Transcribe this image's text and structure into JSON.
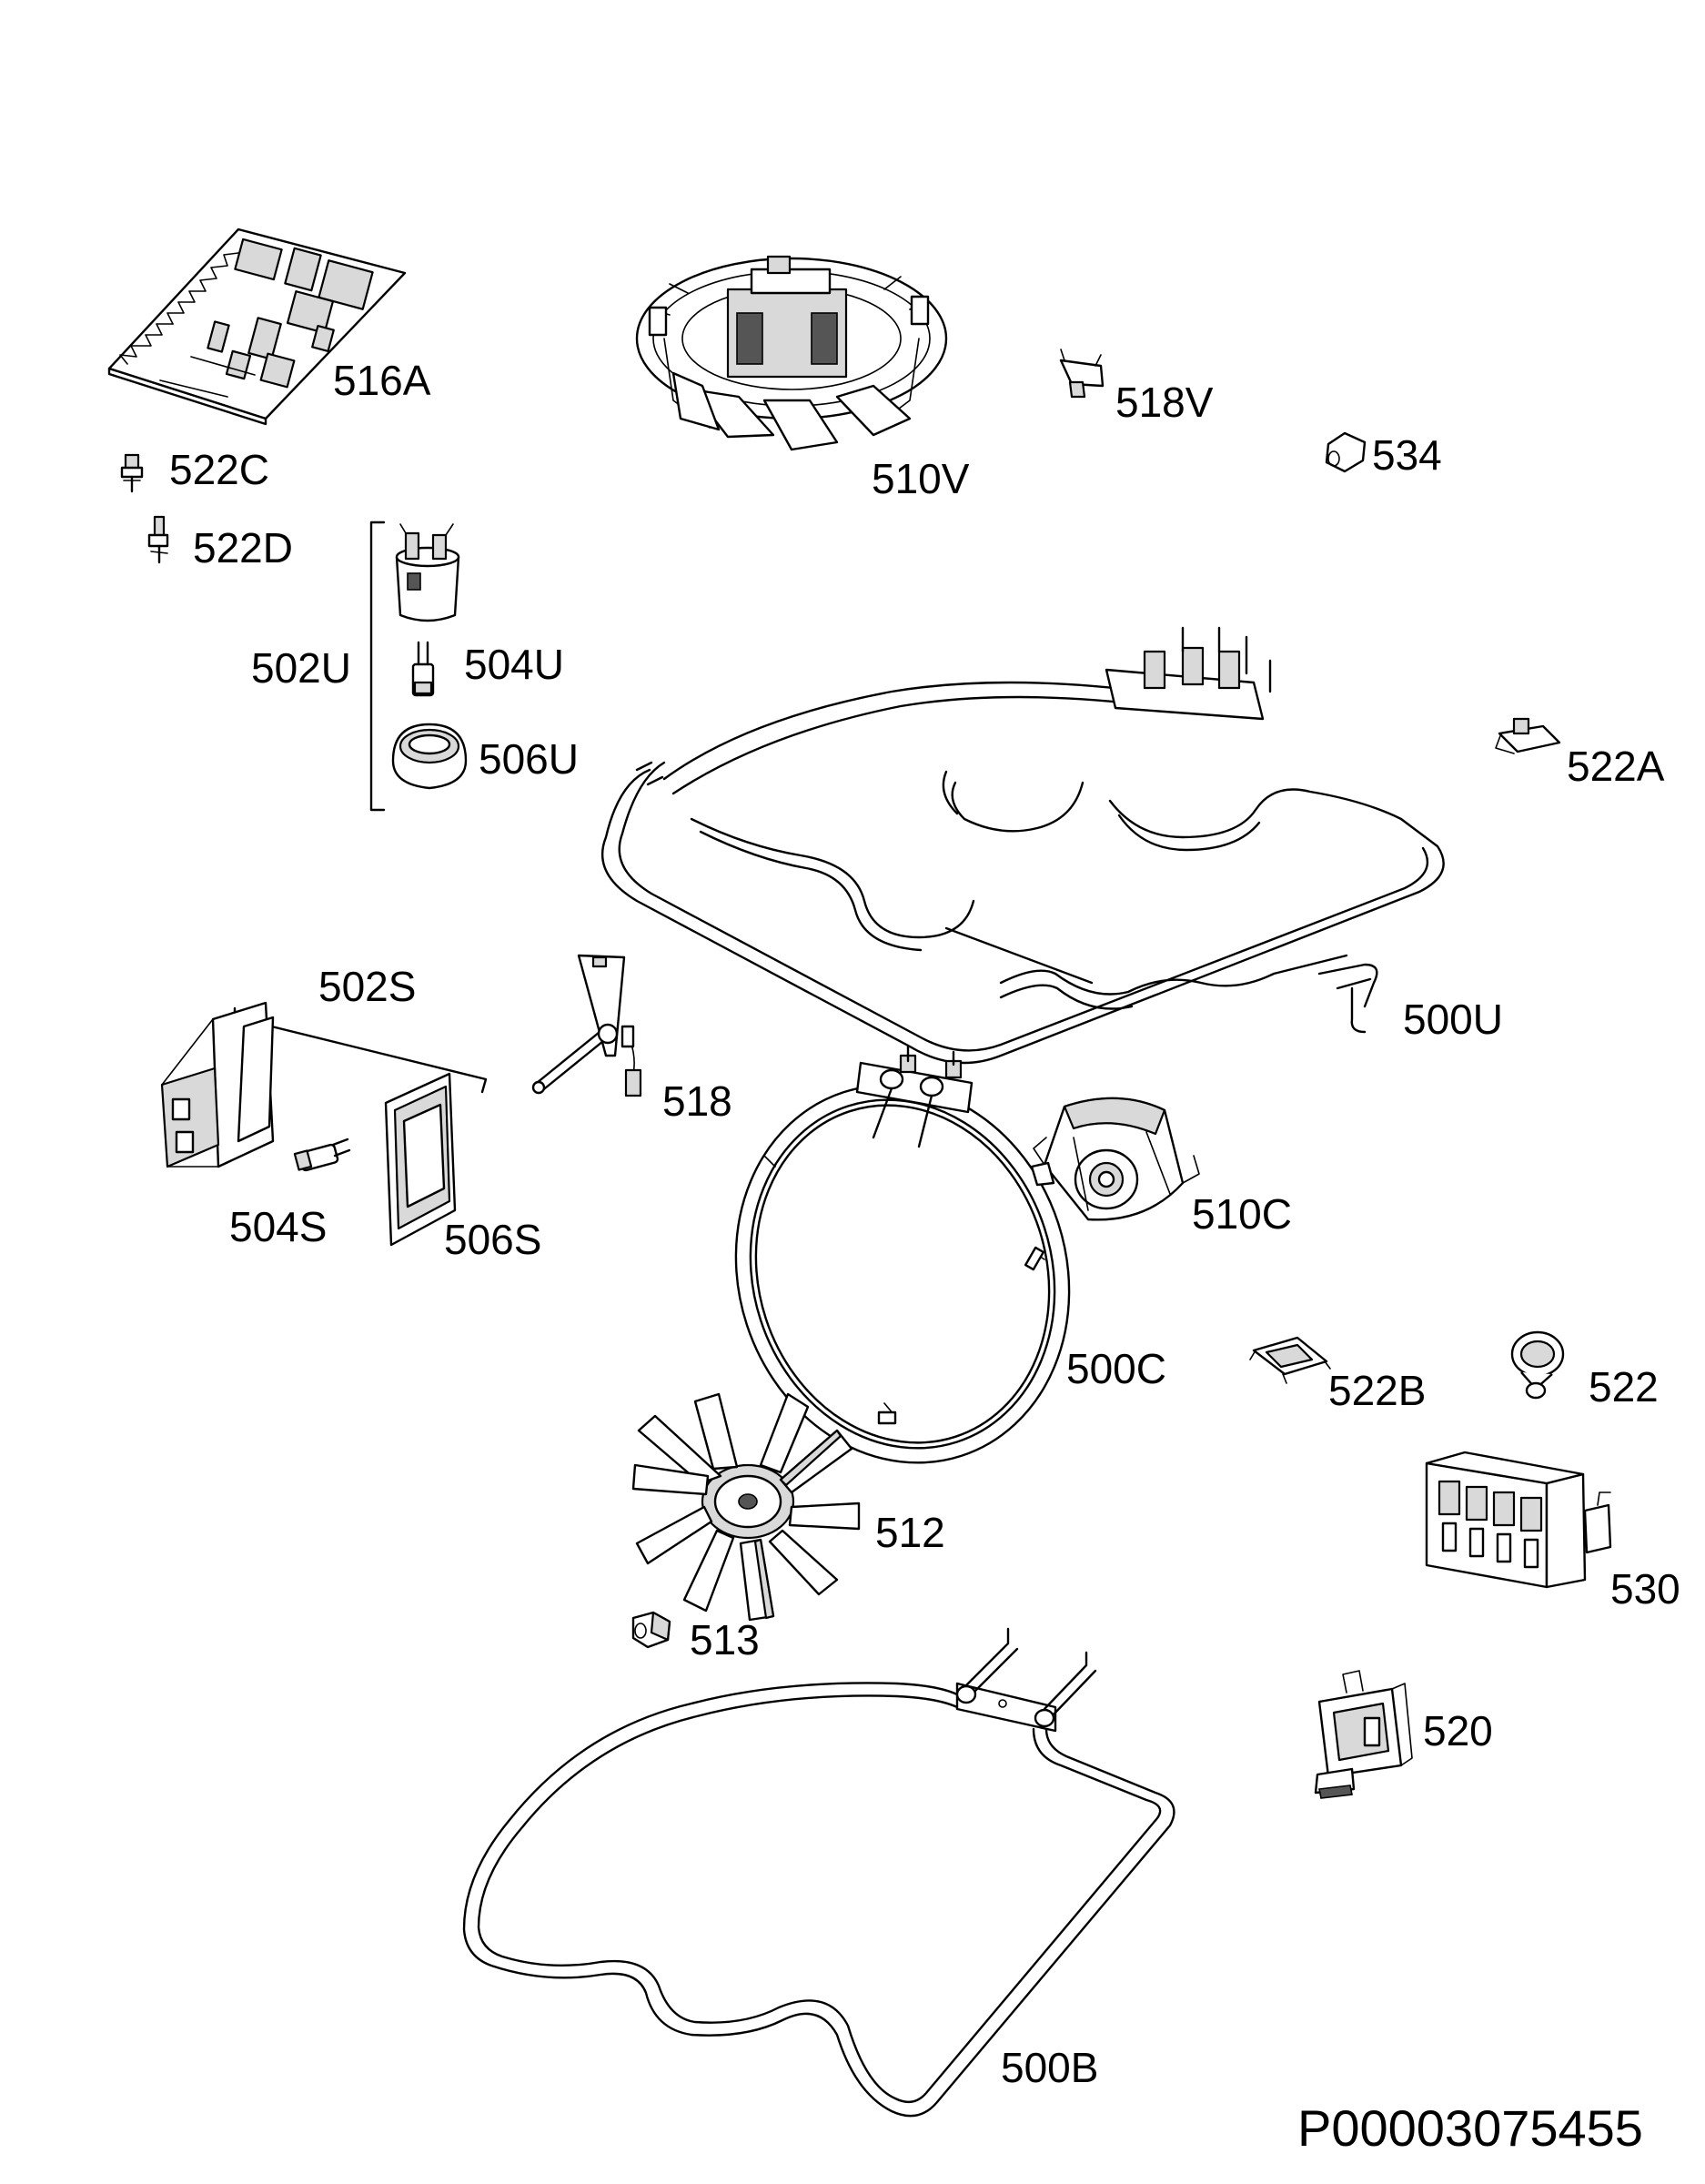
{
  "labels": {
    "p516A": "516A",
    "p522C": "522C",
    "p522D": "522D",
    "p502U": "502U",
    "p504U": "504U",
    "p506U": "506U",
    "p510V": "510V",
    "p518V": "518V",
    "p534": "534",
    "p522A": "522A",
    "p500U": "500U",
    "p502S": "502S",
    "p504S": "504S",
    "p506S": "506S",
    "p518": "518",
    "p510C": "510C",
    "p500C": "500C",
    "p522B": "522B",
    "p522": "522",
    "p512": "512",
    "p513": "513",
    "p530": "530",
    "p520": "520",
    "p500B": "500B"
  },
  "document_number": "P00003075455"
}
